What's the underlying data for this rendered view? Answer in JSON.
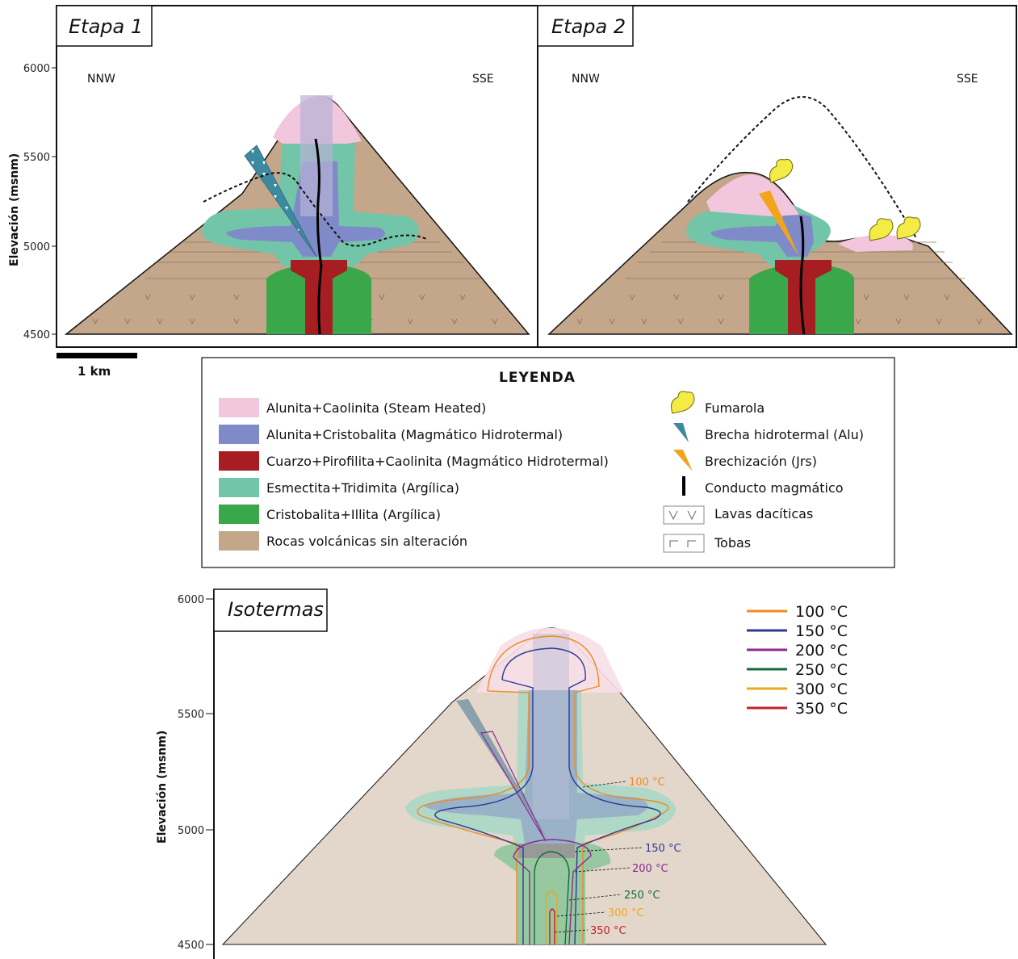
{
  "panels": [
    {
      "title": "Etapa 1",
      "left_dir": "NNW",
      "right_dir": "SSE"
    },
    {
      "title": "Etapa 2",
      "left_dir": "NNW",
      "right_dir": "SSE"
    }
  ],
  "axis": {
    "ylabel": "Elevación (msnm)",
    "ticks": [
      "6000",
      "5500",
      "5000",
      "4500"
    ]
  },
  "scale_bar": "1 km",
  "legend": {
    "title": "LEYENDA",
    "alteration": [
      {
        "label": "Alunita+Caolinita (Steam Heated)",
        "color": "#f2c6dd"
      },
      {
        "label": "Alunita+Cristobalita (Magmático Hidrotermal)",
        "color": "#7f8ac8"
      },
      {
        "label": "Cuarzo+Pirofilita+Caolinita (Magmático Hidrotermal)",
        "color": "#a61e22"
      },
      {
        "label": "Esmectita+Tridimita (Argílica)",
        "color": "#72c5a8"
      },
      {
        "label": "Cristobalita+Illita (Argílica)",
        "color": "#3aa84a"
      },
      {
        "label": "Rocas volcánicas sin alteración",
        "color": "#c4a68a"
      }
    ],
    "symbols": [
      {
        "label": "Fumarola",
        "icon": "fumarole-icon"
      },
      {
        "label": "Brecha hidrotermal (Alu)",
        "icon": "breccia-icon"
      },
      {
        "label": "Brechización (Jrs)",
        "icon": "brecciation-icon"
      },
      {
        "label": "Conducto magmático",
        "icon": "conduit-icon"
      },
      {
        "label": "Lavas dacíticas",
        "icon": "lava-pattern-icon"
      },
      {
        "label": "Tobas",
        "icon": "tuff-pattern-icon"
      }
    ]
  },
  "isotherms": {
    "title": "Isotermas",
    "legend": [
      {
        "label": "100 °C",
        "color": "#f08a24"
      },
      {
        "label": "150 °C",
        "color": "#2b3a97"
      },
      {
        "label": "200 °C",
        "color": "#8a2a93"
      },
      {
        "label": "250 °C",
        "color": "#136b3a"
      },
      {
        "label": "300 °C",
        "color": "#f2a51a"
      },
      {
        "label": "350 °C",
        "color": "#c3202c"
      }
    ],
    "ylabel": "Elevación (msnm)",
    "ticks": [
      "6000",
      "5500",
      "5000",
      "4500"
    ]
  }
}
